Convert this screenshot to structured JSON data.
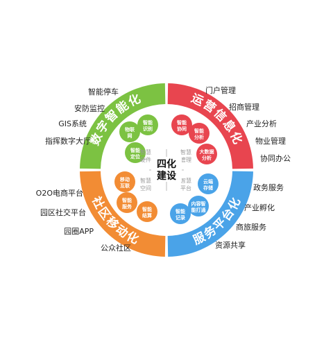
{
  "center": {
    "line1": "四化",
    "line2": "建设"
  },
  "quadrants": [
    {
      "title": "数字智能化",
      "color": "#7cc242",
      "inner_label": [
        "智慧",
        "硬件"
      ],
      "bubbles": [
        {
          "text": [
            "物联",
            "网"
          ]
        },
        {
          "text": [
            "智能",
            "识别"
          ]
        },
        {
          "text": [
            "智能",
            "定位"
          ]
        }
      ],
      "items": [
        "智能停车",
        "安防监控",
        "GIS系统",
        "指挥数字大厅"
      ]
    },
    {
      "title": "运营信息化",
      "color": "#e8454f",
      "inner_label": [
        "智慧",
        "管理"
      ],
      "bubbles": [
        {
          "text": [
            "智能",
            "协同"
          ]
        },
        {
          "text": [
            "智能",
            "分析"
          ]
        },
        {
          "text": [
            "大数据",
            "分析"
          ]
        }
      ],
      "items": [
        "门户管理",
        "招商管理",
        "产业分析",
        "物业管理",
        "协同办公"
      ]
    },
    {
      "title": "服务平台化",
      "color": "#4aa3e8",
      "inner_label": [
        "智慧",
        "平台"
      ],
      "bubbles": [
        {
          "text": [
            "云端",
            "存储"
          ]
        },
        {
          "text": [
            "内容智",
            "能打通"
          ]
        },
        {
          "text": [
            "智能",
            "记录"
          ]
        }
      ],
      "items": [
        "政务服务",
        "产业孵化",
        "商旅服务",
        "资源共享"
      ]
    },
    {
      "title": "社区移动化",
      "color": "#f28c34",
      "inner_label": [
        "智慧",
        "空间"
      ],
      "bubbles": [
        {
          "text": [
            "移动",
            "互联"
          ]
        },
        {
          "text": [
            "智能",
            "服务"
          ]
        },
        {
          "text": [
            "智能",
            "结算"
          ]
        }
      ],
      "items": [
        "O2O电商平台",
        "园区社交平台",
        "园圈APP",
        "公众社区"
      ]
    }
  ]
}
